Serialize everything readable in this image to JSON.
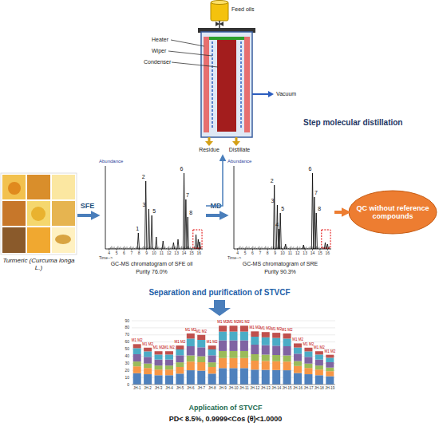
{
  "diagram": {
    "nodes": [
      {
        "text": [
          "Step molecular distillation"
        ]
      },
      {
        "text": [
          "Turmeric (Curcuma longa L.)"
        ]
      },
      {
        "text": [
          "GC-MS chromatogram of SFE oil",
          "Purity 76.0%"
        ]
      },
      {
        "text": [
          "GC-MS chromatogram of SRE",
          "Purity 90.3%"
        ]
      },
      {
        "text": [
          "QC without reference compounds"
        ]
      },
      {
        "text": [
          "Application of STVCF",
          "PD< 8.5%, 0.9999<Cos (θ)<1.0000"
        ]
      }
    ],
    "edges": [
      {
        "from": 1,
        "to": 2,
        "arrow": "to",
        "label": "SFE"
      },
      {
        "from": 2,
        "to": 3,
        "arrow": "to",
        "label": "MD"
      },
      {
        "from": 2,
        "to": 0,
        "arrow": "to"
      },
      {
        "from": 3,
        "to": 4,
        "arrow": "to"
      }
    ],
    "labels": [
      "Feed oils",
      "Heater",
      "Wiper",
      "Condenser",
      "Vacuum",
      "Residue",
      "Distillate",
      "Abundance",
      "1",
      "2",
      "3",
      "5",
      "6",
      "7",
      "8",
      "4",
      "5",
      "6",
      "7",
      "8",
      "9",
      "10",
      "11",
      "12",
      "13",
      "14",
      "15",
      "16",
      "Time-->",
      "Abundance",
      "2",
      "3",
      "4",
      "5",
      "6",
      "7",
      "8",
      "4",
      "5",
      "6",
      "7",
      "8",
      "9",
      "10",
      "11",
      "12",
      "13",
      "14",
      "15",
      "16",
      "Time-->",
      "Separation and purification of STVCF",
      "90",
      "80",
      "70",
      "60",
      "50",
      "40",
      "30",
      "20",
      "10",
      "0",
      "JH-1",
      "JH-2",
      "JH-3",
      "JH-4",
      "JH-5",
      "JH-6",
      "JH-7",
      "JH-8",
      "JH-9",
      "JH-10",
      "JH-11",
      "JH-12",
      "JH-13",
      "JH-14",
      "JH-15",
      "JH-16",
      "JH-17",
      "JH-18",
      "JH-19",
      "M1 M2",
      "M1 M2",
      "M1 M2",
      "M1 M2",
      "M1 M2",
      "M1 M2",
      "M1 M2",
      "M1 M2",
      "M1 M2",
      "M1 M2",
      "M1 M2",
      "M1 M2",
      "M1 M2",
      "M1 M2",
      "M1 M2",
      "M1 M2",
      "M1 M2",
      "M1 M2",
      "M1 M2"
    ]
  }
}
